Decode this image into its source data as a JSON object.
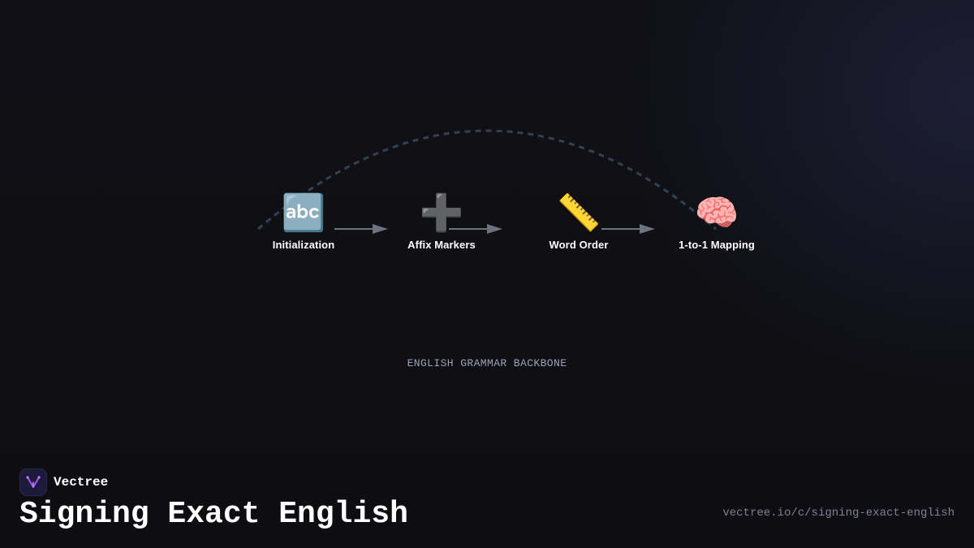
{
  "diagram": {
    "nodes": [
      {
        "icon": "🔤",
        "icon_name": "abc-letters-icon",
        "label": "Initialization"
      },
      {
        "icon": "➕",
        "icon_name": "plus-icon",
        "label": "Affix Markers"
      },
      {
        "icon": "📏",
        "icon_name": "ruler-icon",
        "label": "Word Order"
      },
      {
        "icon": "🧠",
        "icon_name": "brain-icon",
        "label": "1-to-1 Mapping"
      }
    ],
    "caption": "ENGLISH GRAMMAR BACKBONE"
  },
  "brand": {
    "name": "Vectree",
    "logo_color": "#a855f7"
  },
  "title": "Signing Exact English",
  "url": "vectree.io/c/signing-exact-english",
  "colors": {
    "background": "#0f0f14",
    "arrow": "#6b7280",
    "arc": "#334155",
    "caption": "#9aa3b8"
  }
}
